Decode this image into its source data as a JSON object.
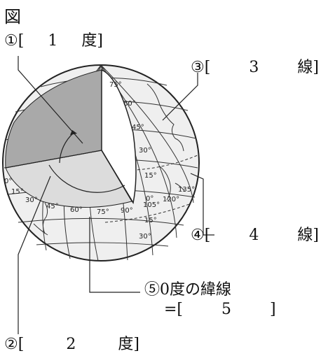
{
  "figure_title": "図",
  "labels": {
    "l1": {
      "mark": "①[",
      "value": "1",
      "unit": "度]"
    },
    "l2": {
      "mark": "②[",
      "value": "2",
      "unit": "度]"
    },
    "l3": {
      "mark": "③[",
      "value": "3",
      "unit": "線]"
    },
    "l4": {
      "mark": "④[",
      "value": "4",
      "unit": "線]"
    },
    "l5": {
      "line1": "⑤0度の緯線",
      "line2_mark": "=[",
      "value": "5",
      "close": "]"
    }
  },
  "latitude_ticks": [
    "75°",
    "60°",
    "45°",
    "30°",
    "15°",
    "0°",
    "15°",
    "30°"
  ],
  "longitude_ticks": [
    "0°",
    "15°",
    "30°",
    "45°",
    "60°",
    "75°",
    "90°",
    "105°",
    "120°",
    "135°"
  ],
  "colors": {
    "shade_dark": "#a9a9a9",
    "shade_light": "#dcdcdc",
    "globe": "#efefef",
    "line": "#222222"
  }
}
